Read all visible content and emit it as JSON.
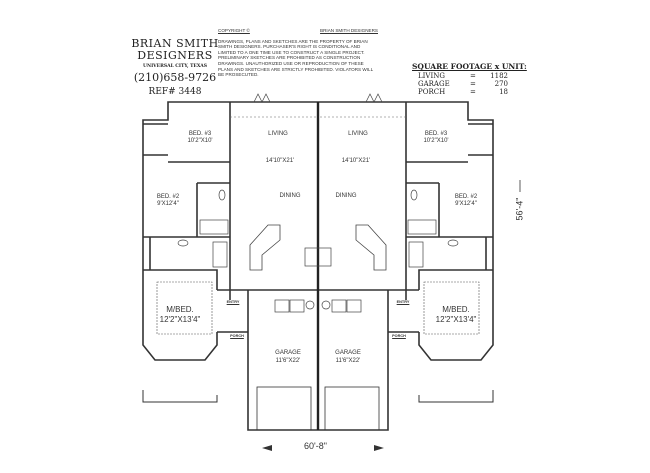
{
  "title_block": {
    "firm_name_line1": "BRIAN SMITH",
    "firm_name_line2": "DESIGNERS",
    "city": "UNIVERSAL CITY, TEXAS",
    "phone": "(210)658-9726",
    "ref": "REF# 3448"
  },
  "copyright": {
    "label": "COPYRIGHT ©",
    "holder": "BRIAN SMITH DESIGNERS",
    "notice": "DRAWINGS, PLANS AND SKETCHES ARE THE PROPERTY OF BRIAN SMITH DESIGNERS. PURCHASER'S RIGHT IS CONDITIONAL AND LIMITED TO A ONE TIME USE TO CONSTRUCT A SINGLE PROJECT. PRELIMINARY SKETCHES ARE PROHIBITED AS CONSTRUCTION DRAWINGS. UNAUTHORIZED USE OR REPRODUCTION OF THESE PLANS AND SKETCHES ARE STRICTLY PROHIBITED. VIOLATORS WILL BE PROSECUTED."
  },
  "square_footage": {
    "title": "SQUARE FOOTAGE x UNIT:",
    "rows": [
      {
        "label": "LIVING",
        "eq": "=",
        "value": "1182"
      },
      {
        "label": "GARAGE",
        "eq": "=",
        "value": "270"
      },
      {
        "label": "PORCH",
        "eq": "=",
        "value": "18"
      }
    ]
  },
  "rooms": {
    "living": "LIVING",
    "living_size": "14'10\"X21'",
    "dining": "DINING",
    "bed3": "BED. #3",
    "bed3_size": "10'2\"X10'",
    "bed2": "BED. #2",
    "bed2_size": "9'X12'4\"",
    "mbed": "M/BED.",
    "mbed_size": "12'2\"X13'4\"",
    "garage": "GARAGE",
    "garage_size": "11'6\"X22'",
    "entry": "ENTRY",
    "porch": "PORCH"
  },
  "dimensions": {
    "width": "60'-8\"",
    "depth": "56'-4\""
  }
}
